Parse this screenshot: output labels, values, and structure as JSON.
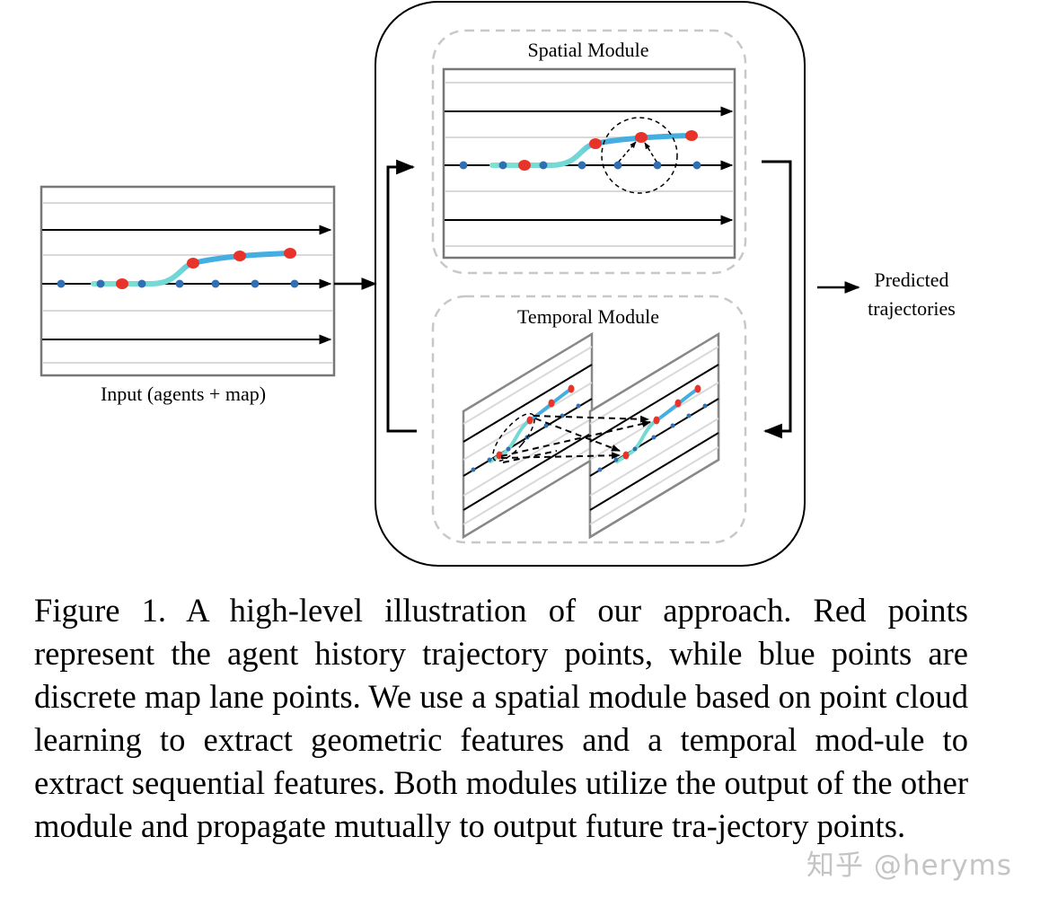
{
  "figure": {
    "input_label": "Input (agents + map)",
    "spatial_title": "Spatial Module",
    "temporal_title": "Temporal Module",
    "output_label_line1": "Predicted",
    "output_label_line2": "trajectories",
    "legend_colors": {
      "agent_point": "#e8332a",
      "lane_point": "#2f6fb2",
      "trajectory_head": "#7fe3d2",
      "trajectory_tail": "#45aee0",
      "dashed_frame": "#c8c8c8"
    }
  },
  "caption": {
    "text": "Figure 1. A high-level illustration of our approach.  Red points represent the agent history trajectory points, while blue points are discrete map lane points. We use a spatial module based on point cloud learning to extract geometric features and a temporal mod-ule to extract sequential features. Both modules utilize the output of the other module and propagate mutually to output future tra-jectory points."
  },
  "watermark": {
    "text": "知乎 @heryms"
  }
}
